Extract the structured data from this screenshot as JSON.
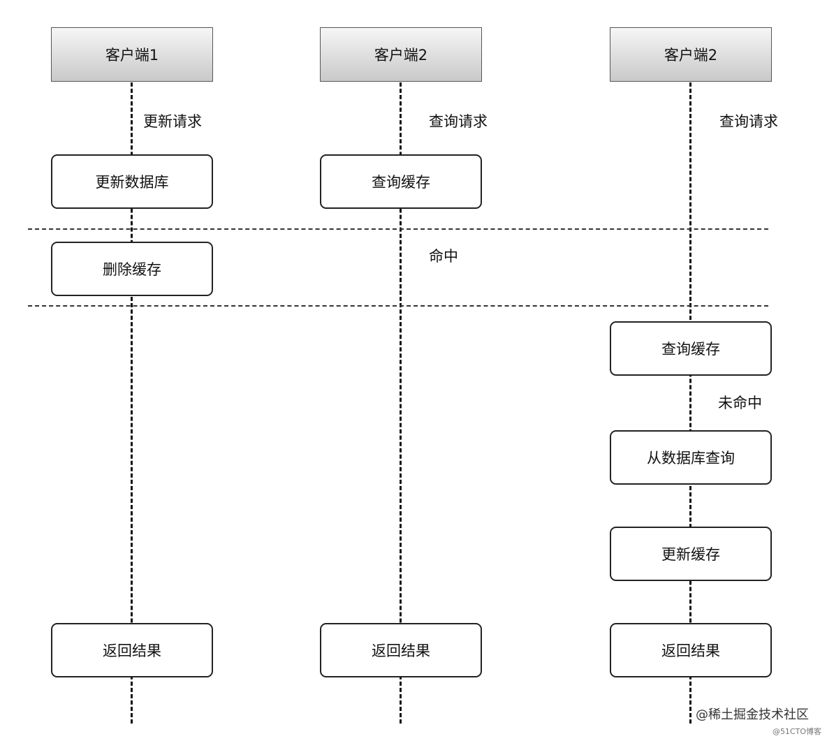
{
  "headers": {
    "client1": "客户端1",
    "client2": "客户端2",
    "client3": "客户端2"
  },
  "steps": {
    "update_db": "更新数据库",
    "delete_cache": "删除缓存",
    "query_cache_c2": "查询缓存",
    "query_cache_c3": "查询缓存",
    "query_db": "从数据库查询",
    "update_cache": "更新缓存",
    "return_c1": "返回结果",
    "return_c2": "返回结果",
    "return_c3": "返回结果"
  },
  "labels": {
    "c1_request": "更新请求",
    "c2_request": "查询请求",
    "c3_request": "查询请求",
    "hit": "命中",
    "miss": "未命中"
  },
  "watermark": {
    "main": "@稀土掘金技术社区",
    "sub": "@51CTO博客"
  }
}
